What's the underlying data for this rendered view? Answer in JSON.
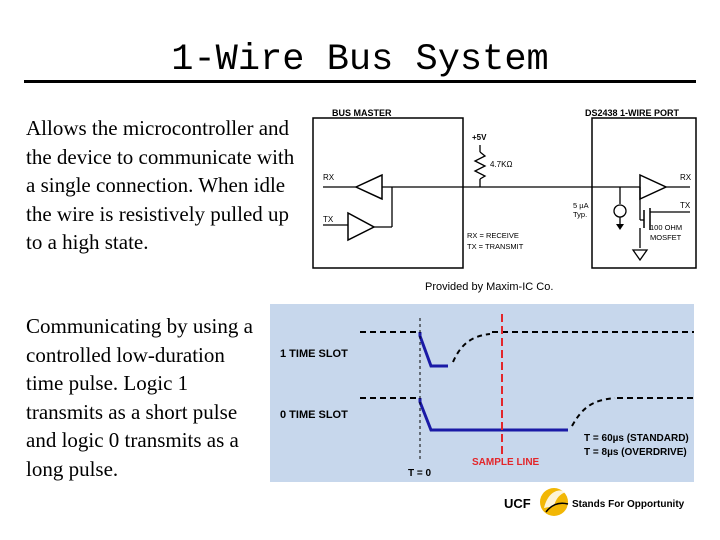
{
  "slide": {
    "title": "1-Wire Bus System",
    "paragraph1": "Allows the microcontroller and the device to communicate with a single connection. When idle the wire is resistively pulled up to a high state.",
    "paragraph2": "Communicating by using a controlled low-duration time pulse. Logic 1 transmits as a short pulse and logic 0 transmits as a long pulse."
  },
  "circuit": {
    "bus_master": "BUS MASTER",
    "port_label": "DS2438 1-WIRE PORT",
    "supply": "+5V",
    "resistor": "4.7KΩ",
    "rx": "RX",
    "tx": "TX",
    "legend_rx": "RX = RECEIVE",
    "legend_tx": "TX = TRANSMIT",
    "current_value": "5 µA",
    "current_note": "Typ.",
    "mosfet_line1": "100 OHM",
    "mosfet_line2": "MOSFET",
    "credit": "Provided by Maxim-IC Co."
  },
  "timing": {
    "slot1": "1 TIME SLOT",
    "slot0": "0 TIME SLOT",
    "t_zero": "T = 0",
    "sample_line": "SAMPLE LINE",
    "standard": "T = 60µs (STANDARD)",
    "overdrive": "T = 8µs (OVERDRIVE)",
    "colors": {
      "background": "#c7d7ec",
      "signal": "#1a1aa6",
      "sample": "#e3262a"
    }
  },
  "footer": {
    "logo_text": "UCF",
    "tagline": "Stands For Opportunity",
    "colors": {
      "gold": "#f2b705",
      "black": "#000000"
    }
  }
}
